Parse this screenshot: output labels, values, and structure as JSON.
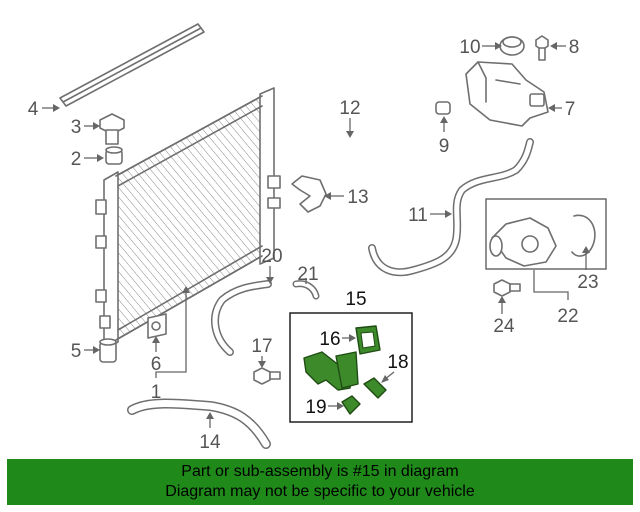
{
  "callouts": {
    "c1": "1",
    "c2": "2",
    "c3": "3",
    "c4": "4",
    "c5": "5",
    "c6": "6",
    "c7": "7",
    "c8": "8",
    "c9": "9",
    "c10": "10",
    "c11": "11",
    "c12": "12",
    "c13": "13",
    "c14": "14",
    "c15": "15",
    "c16": "16",
    "c17": "17",
    "c18": "18",
    "c19": "19",
    "c20": "20",
    "c21": "21",
    "c22": "22",
    "c23": "23",
    "c24": "24"
  },
  "colors": {
    "highlight": "#3c8a2a",
    "banner": "#1f8a1a",
    "line": "#6f6f6f"
  },
  "banner": {
    "line1": "Part or sub-assembly is #15 in diagram",
    "line2": "Diagram may not be specific to your vehicle"
  }
}
